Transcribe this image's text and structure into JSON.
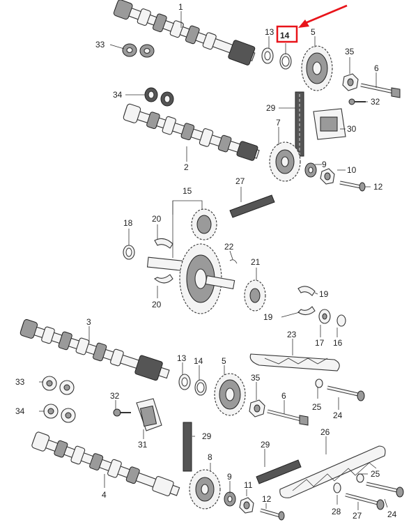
{
  "labels": [
    {
      "id": "1",
      "text": "1"
    },
    {
      "id": "2",
      "text": "2"
    },
    {
      "id": "3",
      "text": "3"
    },
    {
      "id": "4",
      "text": "4"
    },
    {
      "id": "5a",
      "text": "5"
    },
    {
      "id": "5b",
      "text": "5"
    },
    {
      "id": "6a",
      "text": "6"
    },
    {
      "id": "6b",
      "text": "6"
    },
    {
      "id": "7",
      "text": "7"
    },
    {
      "id": "8",
      "text": "8"
    },
    {
      "id": "9a",
      "text": "9"
    },
    {
      "id": "9b",
      "text": "9"
    },
    {
      "id": "10",
      "text": "10"
    },
    {
      "id": "11",
      "text": "11"
    },
    {
      "id": "12a",
      "text": "12"
    },
    {
      "id": "12b",
      "text": "12"
    },
    {
      "id": "13a",
      "text": "13"
    },
    {
      "id": "13b",
      "text": "13"
    },
    {
      "id": "14a",
      "text": "14"
    },
    {
      "id": "14b",
      "text": "14"
    },
    {
      "id": "15",
      "text": "15"
    },
    {
      "id": "16",
      "text": "16"
    },
    {
      "id": "17",
      "text": "17"
    },
    {
      "id": "18",
      "text": "18"
    },
    {
      "id": "19a",
      "text": "19"
    },
    {
      "id": "19b",
      "text": "19"
    },
    {
      "id": "20a",
      "text": "20"
    },
    {
      "id": "20b",
      "text": "20"
    },
    {
      "id": "21",
      "text": "21"
    },
    {
      "id": "22",
      "text": "22"
    },
    {
      "id": "23",
      "text": "23"
    },
    {
      "id": "24a",
      "text": "24"
    },
    {
      "id": "24b",
      "text": "24"
    },
    {
      "id": "25a",
      "text": "25"
    },
    {
      "id": "25b",
      "text": "25"
    },
    {
      "id": "26",
      "text": "26"
    },
    {
      "id": "27a",
      "text": "27"
    },
    {
      "id": "27b",
      "text": "27"
    },
    {
      "id": "28",
      "text": "28"
    },
    {
      "id": "29a",
      "text": "29"
    },
    {
      "id": "29b",
      "text": "29"
    },
    {
      "id": "30",
      "text": "30"
    },
    {
      "id": "31",
      "text": "31"
    },
    {
      "id": "32a",
      "text": "32"
    },
    {
      "id": "32b",
      "text": "32"
    },
    {
      "id": "33a",
      "text": "33"
    },
    {
      "id": "33b",
      "text": "33"
    },
    {
      "id": "34a",
      "text": "34"
    },
    {
      "id": "34b",
      "text": "34"
    },
    {
      "id": "35a",
      "text": "35"
    },
    {
      "id": "35b",
      "text": "35"
    }
  ],
  "highlight": {
    "target": "14a",
    "box_color": "#e8141a",
    "arrow_color": "#e8141a"
  },
  "colors": {
    "line": "#333333",
    "part_fill": "#f4f4f4",
    "shade": "#9a9a9a"
  }
}
